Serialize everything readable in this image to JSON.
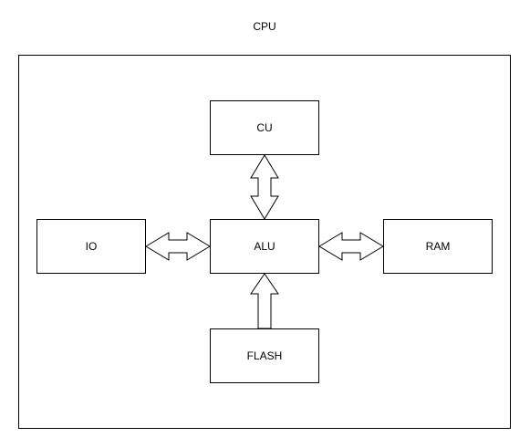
{
  "diagram": {
    "title": "CPU",
    "blocks": {
      "cu": "CU",
      "io": "IO",
      "alu": "ALU",
      "ram": "RAM",
      "flash": "FLASH"
    },
    "connections": [
      {
        "from": "CU",
        "to": "ALU",
        "direction": "bidirectional"
      },
      {
        "from": "IO",
        "to": "ALU",
        "direction": "bidirectional"
      },
      {
        "from": "ALU",
        "to": "RAM",
        "direction": "bidirectional"
      },
      {
        "from": "FLASH",
        "to": "ALU",
        "direction": "unidirectional"
      }
    ],
    "colors": {
      "stroke": "#000000",
      "fill": "#ffffff"
    }
  }
}
